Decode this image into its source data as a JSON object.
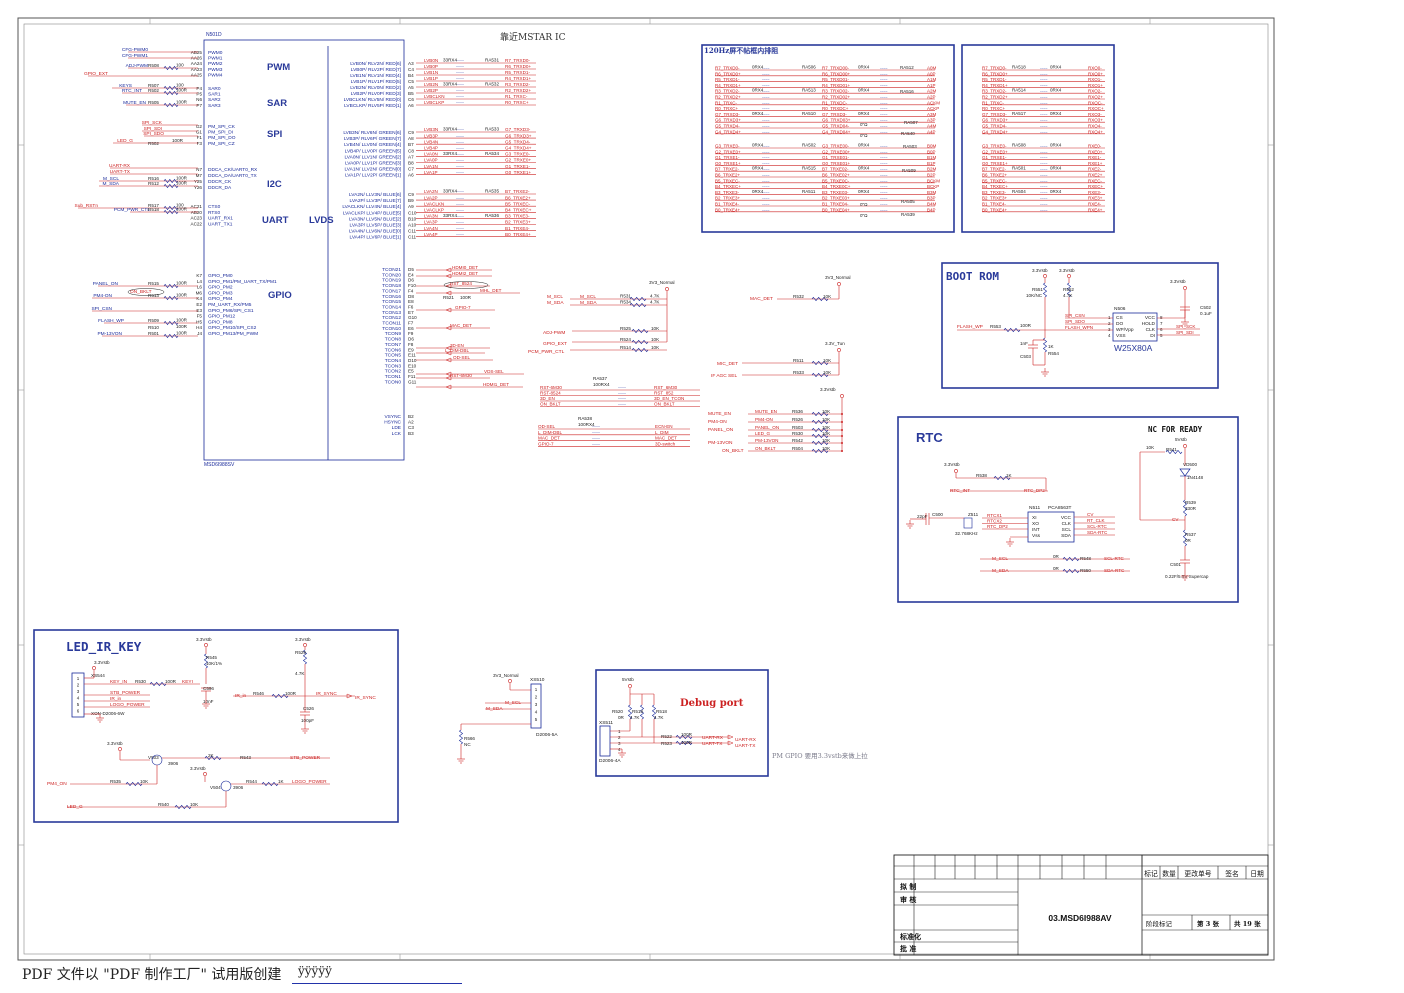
{
  "top_title": "靠近MSTAR IC",
  "ic": {
    "ref": "N501D",
    "part": "MSD6I988SV",
    "pwm_pins": [
      "PWM0",
      "PWM1",
      "PWM2",
      "PWM3",
      "PWM4"
    ],
    "pwm_nums": [
      "AB25",
      "AA26",
      "AA24",
      "AA23",
      "AA25"
    ],
    "sar_pins": [
      "SAR0",
      "SAR1",
      "SAR2",
      "SAR3"
    ],
    "sar_nums": [
      "P4",
      "P5",
      "N6",
      "P7"
    ],
    "spi_pins": [
      "PM_SPI_CK",
      "PM_SPI_DI",
      "PM_SPI_DO",
      "PM_SPI_CZ"
    ],
    "spi_nums": [
      "G2",
      "G1",
      "F1",
      "F3"
    ],
    "i2c_pins": [
      "DDCA_CK/UART0_RX",
      "DDCA_DA/UART0_TX",
      "DDCR_CK",
      "DDCR_DA"
    ],
    "i2c_nums": [
      "N7",
      "M7",
      "Y25",
      "Y26"
    ],
    "uart_pins": [
      "CTS0",
      "RTS0",
      "UART_RX1",
      "UART_TX1"
    ],
    "uart_nums": [
      "AC21",
      "AB20",
      "AC23",
      "AC22"
    ],
    "gpio_pins": [
      "GPIO_PM0",
      "GPIO_PM1/PM_UART_TX/PM1",
      "GPIO_PM2",
      "GPIO_PM3",
      "GPIO_PM4",
      "PM_UART_RX/PM5",
      "GPIO_PM6/SPI_CS1",
      "GPIO_PM12",
      "GPIO_PM8",
      "GPIO_PM10/SPI_CS2",
      "GPIO_PM13/PM_PWM"
    ],
    "gpio_nums": [
      "K7",
      "L4",
      "L6",
      "M6",
      "K4",
      "E2",
      "E3",
      "F5",
      "H5",
      "H4",
      "J4"
    ],
    "lvds_pins1": [
      "LVB0N/ RLV2N/ RED[6]",
      "LVB0P/ RLV2P/ RED[7]",
      "LVB1N/ RLV1N/ RED[4]",
      "LVB1P/ RLV1P/ RED[5]",
      "LVB2N/ RLV0N/ RED[2]",
      "LVB2P/ RLV0P/ RED[3]",
      "LVBCLKN/ RLV5N/ RED[0]",
      "LVBCLKP/ RLV5P/ RED[1]"
    ],
    "lvds_nums1": [
      "A3",
      "C4",
      "B4",
      "C5",
      "A5",
      "B5",
      "C6",
      "A6"
    ],
    "lvds_pins2": [
      "LVB3N/ RLV6N/ GREEN[6]",
      "LVB3P/ RLV6P/ GREEN[7]",
      "LVB4N/ LLV0N/ GREEN[4]",
      "LVB4P/ LLV0P/ GREEN[5]",
      "LVA0N/ LLV1N/ GREEN[2]",
      "LVA0P/ LLV1P/ GREEN[3]",
      "LVA1N/ LLV2N/ GREEN[0]",
      "LVA1P/ LLV2P/ GREEN[1]"
    ],
    "lvds_nums2": [
      "C9",
      "A8",
      "B7",
      "C8",
      "A7",
      "B8",
      "C7",
      "A6"
    ],
    "lvds_pins3": [
      "LVA2N/ LLV3N/ BLUE[6]",
      "LVA2P/ LLV3P/ BLUE[7]",
      "LVACLKN/ LLV4N/ BLUE[4]",
      "LVACLKP/ LLV4P/ BLUE[5]",
      "LVA3N/ LLV5N/ BLUE[2]",
      "LVA3P/ LLV5P/ BLUE[3]",
      "LVA4N/ LLV6N/ BLUE[0]",
      "LVA4P/ LLV6P/ BLUE[1]"
    ],
    "lvds_nums3": [
      "C9",
      "B9",
      "A9",
      "C10",
      "B10",
      "A10",
      "C11",
      "C11"
    ],
    "tcon_pins": [
      "TCON21",
      "TCON20",
      "TCON19",
      "TCON18",
      "TCON17",
      "TCON16",
      "TCON15",
      "TCON14",
      "TCON13",
      "TCON12",
      "TCON11",
      "TCON10",
      "TCON9",
      "TCON8",
      "TCON7",
      "TCON6",
      "TCON5",
      "TCON4",
      "TCON3",
      "TCON2",
      "TCON1",
      "TCON0"
    ],
    "tcon_nums": [
      "D5",
      "E4",
      "D6",
      "F10",
      "F4",
      "D8",
      "E8",
      "F6",
      "E7",
      "G10",
      "F7",
      "E6",
      "F9",
      "D6",
      "F8",
      "E9",
      "E11",
      "D10",
      "E10",
      "E5",
      "F11",
      "G11"
    ],
    "sync_pins": [
      "VSYNC",
      "HSYNC",
      "LDE",
      "LCK"
    ],
    "sync_nums": [
      "B2",
      "A2",
      "C3",
      "B3"
    ],
    "labels": {
      "pwm": "PWM",
      "sar": "SAR",
      "spi": "SPI",
      "i2c": "I2C",
      "uart": "UART",
      "gpio": "GPIO",
      "lvds": "LVDS"
    }
  },
  "left_nets": {
    "pwm": [
      "CFG-PWM0",
      "CFG-PWM1",
      "ADJ-PWM",
      "GPIO_EXT"
    ],
    "sar": [
      "KEYS",
      "RTC_INT",
      "MUTE_EN"
    ],
    "spi": [
      "SPI_SCK",
      "SPI_SDI",
      "SPI_SDO",
      "LED_G"
    ],
    "i2c": [
      "UART-RX",
      "UART-TX",
      "M_SCL",
      "M_SDA"
    ],
    "uart": [
      "Sub_RSTn",
      "PCM_PWR_CTL"
    ],
    "gpio": [
      "PANEL_ON",
      "PM4-ON",
      "SPI_CSN",
      "FLASH_WP",
      "PM-13VON"
    ],
    "res": [
      "R508",
      "R507",
      "R502",
      "R505",
      "R516",
      "R512",
      "R517",
      "R518",
      "R515",
      "R513",
      "R509",
      "R510",
      "R501"
    ],
    "vals": [
      "100",
      "100",
      "100R",
      "100R",
      "100R",
      "100R",
      "100",
      "100R",
      "100R",
      "100R",
      "100R",
      "100R",
      "100R"
    ],
    "extra": "ON_BKLT"
  },
  "lvds_nets": {
    "g1": [
      "LVB0N",
      "LVB0P",
      "LVB1N",
      "LVB1P",
      "LVB2N",
      "LVB2P",
      "LVBCLKN",
      "LVBCLKP"
    ],
    "g2": [
      "LVB3N",
      "LVB3P",
      "LVB4N",
      "LVB4P",
      "LVA0N",
      "LVA0P",
      "LVA1N",
      "LVA1P"
    ],
    "g3": [
      "LVA2N",
      "LVA2P",
      "LVACLKN",
      "LVACLKP",
      "LVA3N",
      "LVA3P",
      "LVA4N",
      "LVA4P"
    ],
    "out1": [
      "R7_TRXD0-",
      "R6_TRXD0+",
      "R5_TRXD1-",
      "R4_TRXD1+",
      "R3_TRXD2-",
      "R2_TRXD2+",
      "R1_TRXC-",
      "R0_TRXC+"
    ],
    "out2": [
      "G7_TRXD3-",
      "G6_TRXD3+",
      "G5_TRXD4-",
      "G4_TRXD4+",
      "G3_TRXE0-",
      "G2_TRXE0+",
      "G1_TRXE1-",
      "G0_TRXE1+"
    ],
    "out3": [
      "B7_TRXE2-",
      "B6_TRXE2+",
      "B5_TRXEC-",
      "B4_TRXEC+",
      "B3_TRXE3-",
      "B2_TRXE3+",
      "B1_TRXE4-",
      "B0_TRXE4+"
    ],
    "ra": [
      "RA531",
      "RA532",
      "RA533",
      "RA534",
      "RA535",
      "RA536"
    ],
    "val": "33RX4"
  },
  "tcon_nets": {
    "items": [
      "HDMI0_DET",
      "HDMI2_DET",
      "RST_8524",
      "MHL_DET",
      "GPIO-7",
      "MAC_DET",
      "3D-EN",
      "L_DIM-DBL",
      "OD-SEL",
      "VDS-SEL",
      "RST-6M30",
      "HDMI1_DET"
    ],
    "r521": "R521",
    "r521v": "100R"
  },
  "mid": {
    "v_normal": "3V3_Normal",
    "i2c_nets": [
      "M_SCL",
      "M_SDA"
    ],
    "i2c_res": [
      "R531",
      "R534"
    ],
    "res_val": "4.7K",
    "pull": [
      "ADJ-PWM",
      "GPIO_EXT",
      "PCM_PWR_CTL"
    ],
    "pull_res": [
      "R525",
      "R524",
      "R514"
    ],
    "k10": "10K",
    "ra537": "RA537",
    "ra538": "RA538",
    "ra_val": "100RX4",
    "ra537_in": [
      "RST-6M30",
      "RST-8524",
      "3D_EN",
      "ON_BKLT"
    ],
    "ra537_out": [
      "RST_6M30",
      "RST_852",
      "3D_EN_TCON",
      "ON_BKLT"
    ],
    "ra538_in": [
      "OD-SEL",
      "L_DIM-DBL",
      "MAC_DET",
      "GPIO-7"
    ],
    "ra538_out": [
      "ECN-EN",
      "L_DIM",
      "MAC_DET",
      "3D-switch"
    ]
  },
  "right_mid": {
    "v_normal": "3V3_Normal",
    "mac": "MAC_DET",
    "r532": "R532",
    "v_tun": "3.3V_Tun",
    "mic": "MIC_DET",
    "ifagc": "IF AGC SEL",
    "r511": "R511",
    "r533": "R533",
    "vstb": "3.3Vstb",
    "pull_nets": [
      "MUTE_EN",
      "PM4-ON",
      "PANEL_ON",
      "LED_G",
      "PM-13VON",
      "ON_BKLT"
    ],
    "left_nets": [
      "MUTE_EN",
      "PM4-ON",
      "PANEL_ON",
      "",
      "PM-13VON",
      "ON_BKLT"
    ],
    "pull_res": [
      "R536",
      "R526",
      "R503",
      "R530",
      "R542",
      "R504"
    ],
    "k10": "10K"
  },
  "box120": {
    "title": "120Hz屏不帖框内排阻",
    "left_in": [
      "R7_TRXD0-",
      "R6_TRXD0+",
      "R5_TRXD1-",
      "R4_TRXD1+",
      "R3_TRXD2-",
      "R2_TRXD2+",
      "R1_TRXC-",
      "R0_TRXC+",
      "G7_TRXD3-",
      "G6_TRXD3+",
      "G5_TRXD4-",
      "G4_TRXD4+"
    ],
    "left_in2": [
      "G3_TRXE0-",
      "G2_TRXE0+",
      "G1_TRXE1-",
      "G0_TRXE1+",
      "B7_TRXE2-",
      "B6_TRXE2+",
      "B5_TRXEC-",
      "B4_TRXEC+",
      "B3_TRXE3-",
      "B2_TRXE3+",
      "B1_TRXE4-",
      "B0_TRXE4+"
    ],
    "ra_left": [
      "RA506",
      "RA513",
      "RA510",
      "RA502",
      "RA515",
      "RA511"
    ],
    "ra_right": [
      "RA512",
      "RA516",
      "RA507",
      "RA540",
      "RA503",
      "RA509",
      "RA505",
      "RA539"
    ],
    "mid_in": [
      "R7_TRXD00-",
      "R6_TRXD00+",
      "R5_TRXD01-",
      "R4_TRXD01+",
      "R3_TRXD02-",
      "R2_TRXD02+",
      "R1_TRXDC-",
      "R0_TRXDC+",
      "G7_TRXD3-",
      "G6_TRXD03+",
      "G5_TRXD04-",
      "G4_TRXD04+"
    ],
    "mid_in2": [
      "G3_TRXE00-",
      "G2_TRXE00+",
      "G1_TRXE01-",
      "G0_TRXE01+",
      "B7_TRXE02-",
      "B6_TRXE02+",
      "B5_TRXE0C-",
      "B4_TRXE0C+",
      "B3_TRXE03-",
      "B2_TRXE03+",
      "B1_TRXE04-",
      "B0_TRXE04+"
    ],
    "outputs": [
      "A0M",
      "A0P",
      "A1M",
      "A1P",
      "A2M",
      "A2P",
      "ACKM",
      "ACKP",
      "A3M",
      "A3P",
      "A4M",
      "A4P"
    ],
    "outputs2": [
      "B0M",
      "B0P",
      "B1M",
      "B1P",
      "B2M",
      "B2P",
      "BCKM",
      "BCKP",
      "B3M",
      "B3P",
      "B4M",
      "B4P"
    ],
    "rx4": "0RX4",
    "r0": "0\"Ω"
  },
  "box_rx": {
    "left_in": [
      "R7_TRXD0-",
      "R6_TRXD0+",
      "R5_TRXD1-",
      "R4_TRXD1+",
      "R3_TRXD2-",
      "R2_TRXD2+",
      "R1_TRXC-",
      "R0_TRXC+",
      "G7_TRXD3-",
      "G6_TRXD3+",
      "G5_TRXD4-",
      "G4_TRXD4+"
    ],
    "left_in2": [
      "G3_TRXE0-",
      "G2_TRXE0+",
      "G1_TRXE1-",
      "G0_TRXE1+",
      "B7_TRXE2-",
      "B6_TRXE2+",
      "B5_TRXEC-",
      "B4_TRXEC+",
      "B3_TRXE3-",
      "B2_TRXE3+",
      "B1_TRXE4-",
      "B0_TRXE4+"
    ],
    "ra": [
      "RA518",
      "RA514",
      "RA517",
      "RA508",
      "RA501",
      "RA504"
    ],
    "outputs": [
      "RXO0-",
      "RXO0+",
      "RXO1-",
      "RXO1+",
      "RXO2-",
      "RXO2+",
      "RXOC-",
      "RXOC+",
      "RXO3-",
      "RXO3+",
      "RXO4-",
      "RXO4+"
    ],
    "outputs2": [
      "RXE0-",
      "RXE0+",
      "RXE1-",
      "RXE1+",
      "RXE2-",
      "RXE2+",
      "RXEC-",
      "RXEC+",
      "RXE3-",
      "RXE3+",
      "RXE4-",
      "RXE4+"
    ],
    "rx4": "0RX4"
  },
  "boot": {
    "title": "BOOT ROM",
    "v": "3.3Vstb",
    "chip_ref": "N506",
    "chip": "W25X80A",
    "pins_l": [
      "CS",
      "DO",
      "WP/Vpp",
      "VSS"
    ],
    "pins_r": [
      "VCC",
      "HOLD",
      "CLK",
      "DI"
    ],
    "pnum_l": [
      "1",
      "2",
      "3",
      "4"
    ],
    "pnum_r": [
      "8",
      "7",
      "6",
      "5"
    ],
    "nets_l": [
      "SPI_CSN",
      "SPI_SDO",
      "FLASH_WPN"
    ],
    "nets_r": [
      "SPI_SCK",
      "SPI_SDI"
    ],
    "flash": "FLASH_WP",
    "r553": "R553",
    "r553v": "100R",
    "r551": "R551",
    "r551v": "10K/NC",
    "r552": "R552",
    "r552v": "4.7K",
    "r554": "R554",
    "r554v": "1K",
    "c503": "C503",
    "c503v": "1nF",
    "c502": "C502",
    "c502v": "0.1uF"
  },
  "rtc": {
    "title": "RTC",
    "nc": "NC FOR READY",
    "v5": "5Vstb",
    "v33": "3.3Vstb",
    "r541": "R541",
    "r541v": "10K",
    "d": "VD500",
    "dv": "1N4148",
    "r539": "R539",
    "r539v": "330R",
    "r537": "R537",
    "r537v": "0R",
    "c501": "C501",
    "c501v": "0.22F/5.5V Supercap",
    "r538": "R538",
    "r538v": "1K",
    "rtc_int": "RTC_INT",
    "rtc_dp": "RTC_DP2",
    "chip": "PCA8563T",
    "chip_ref": "N511",
    "pins_l": [
      "XI",
      "XO",
      "INT",
      "Vss"
    ],
    "pins_r": [
      "VCC",
      "CLK",
      "SCL",
      "SDA"
    ],
    "nets_l": [
      "RTCX1",
      "RTCX2",
      "RTC_DP2"
    ],
    "nets_r": [
      "CV",
      "RT_CLK",
      "SCL-RTC",
      "SDA-RTC"
    ],
    "xtal": "Z511",
    "xtalv": "32.768KHz",
    "c500": "C500",
    "c500v": "22pF",
    "scl": "M_SCL",
    "sda": "M_SDA",
    "r548": "R548",
    "r550": "R550",
    "r0": "0R",
    "scl_out": "SCL-RTC",
    "sda_out": "SDA-RTC",
    "cv": "CV"
  },
  "led": {
    "title": "LED_IR_KEY",
    "v": "3.3Vstb",
    "conn": "XS544",
    "conn_part": "XON-D2006-6W",
    "key": "KEY_IN",
    "r530": "R530",
    "r530v": "100R",
    "keyin": "KEYI",
    "nets": [
      "STB_POWER",
      "IR_in",
      "LOGO_POWER"
    ],
    "r545": "R545",
    "r545v": "10K/1%",
    "c596": "C596",
    "c596v": "10nF",
    "r529": "R529",
    "r529v": "4.7K",
    "irin": "IR_in",
    "r546": "R546",
    "r546v": "100R",
    "irsync": "IR_SYNC",
    "c526": "C526",
    "c526v": "100pF",
    "v503": "V503",
    "v504": "V504",
    "tr": "3906",
    "r543": "R543",
    "r543v": "2K",
    "stb": "STB_POWER",
    "r535": "R535",
    "r535v": "10K",
    "pm4": "PM4_ON",
    "r544": "R544",
    "r544v": "1K",
    "logo": "LOGO_POWER",
    "r540": "R540",
    "r540v": "10K",
    "ledg": "LED_G"
  },
  "xs510": {
    "ref": "XS510",
    "part": "D2006-5A",
    "v": "3V3_Normal",
    "nets": [
      "M_SCL",
      "M_SDA"
    ],
    "r566": "R566",
    "r566v": "NC"
  },
  "debug": {
    "title": "Debug port",
    "v": "5Vstb",
    "ref": "XS511",
    "part": "D2006-4A",
    "r520": "R520",
    "r520v": "0R",
    "r519": "R519",
    "r519v": "4.7K",
    "r518": "R518",
    "r518v": "4.7K",
    "r522": "R522",
    "r523": "R523",
    "rv": "100R",
    "rx": "UART-RX",
    "tx": "UART-TX"
  },
  "note": "PM GPIO 要用3.3vstb来做上拉",
  "title_block": {
    "headers": [
      "标记",
      "数量",
      "更改单号",
      "签名",
      "日期"
    ],
    "rows": [
      "拟 制",
      "审 核",
      "标准化",
      "批 准"
    ],
    "drawing": "03.MSD6I988AV",
    "stage": "阶段标记",
    "sheet": "第 3 张",
    "total": "共 19 张"
  },
  "footer": "PDF 文件以 \"PDF 制作工厂\" 试用版创建",
  "footer_tail": "ÿÿÿÿÿ"
}
